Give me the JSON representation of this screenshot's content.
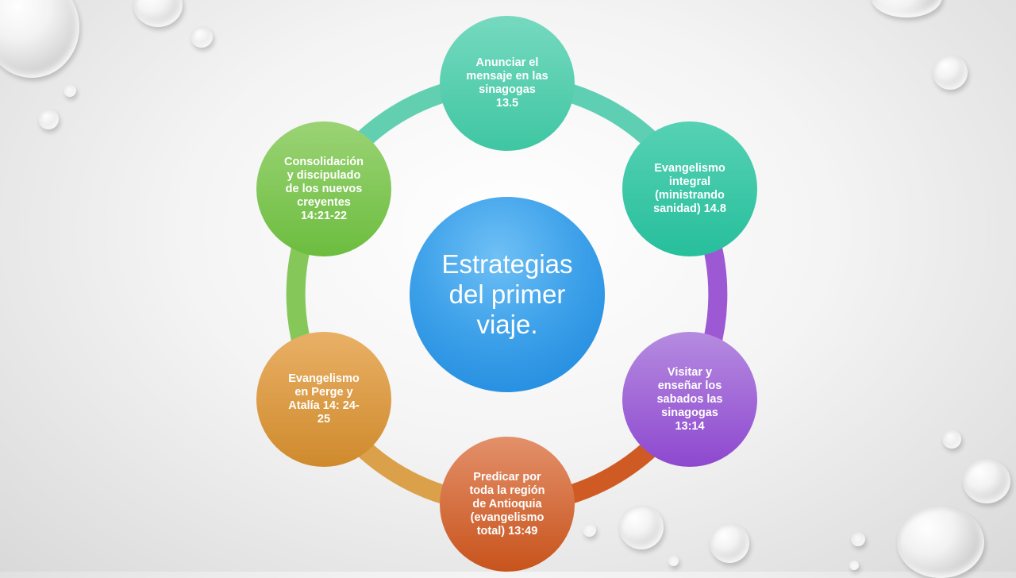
{
  "diagram": {
    "center": {
      "label": "Estrategias\ndel primer\nviaje.",
      "color": "#2e96e4"
    },
    "nodes": [
      {
        "label": "Anunciar el\nmensaje en las\nsinagogas\n13.5",
        "color": "#4cc9a8"
      },
      {
        "label": "Evangelismo\nintegral\n(ministrando\nsanidad) 14.8",
        "color": "#33c3a1"
      },
      {
        "label": "Visitar  y\nenseñar los\nsabados las\nsinagogas\n13:14",
        "color": "#9a5ad4"
      },
      {
        "label": "Predicar por\ntoda la región\nde Antioquia\n(evangelismo\ntotal) 13:49",
        "color": "#d0622c"
      },
      {
        "label": "Evangelismo\nen Perge y\nAtalía 14: 24-\n25",
        "color": "#d5953b"
      },
      {
        "label": "Consolidación\ny discipulado\nde los nuevos\ncreyentes\n14:21-22",
        "color": "#7bc64f"
      }
    ]
  }
}
